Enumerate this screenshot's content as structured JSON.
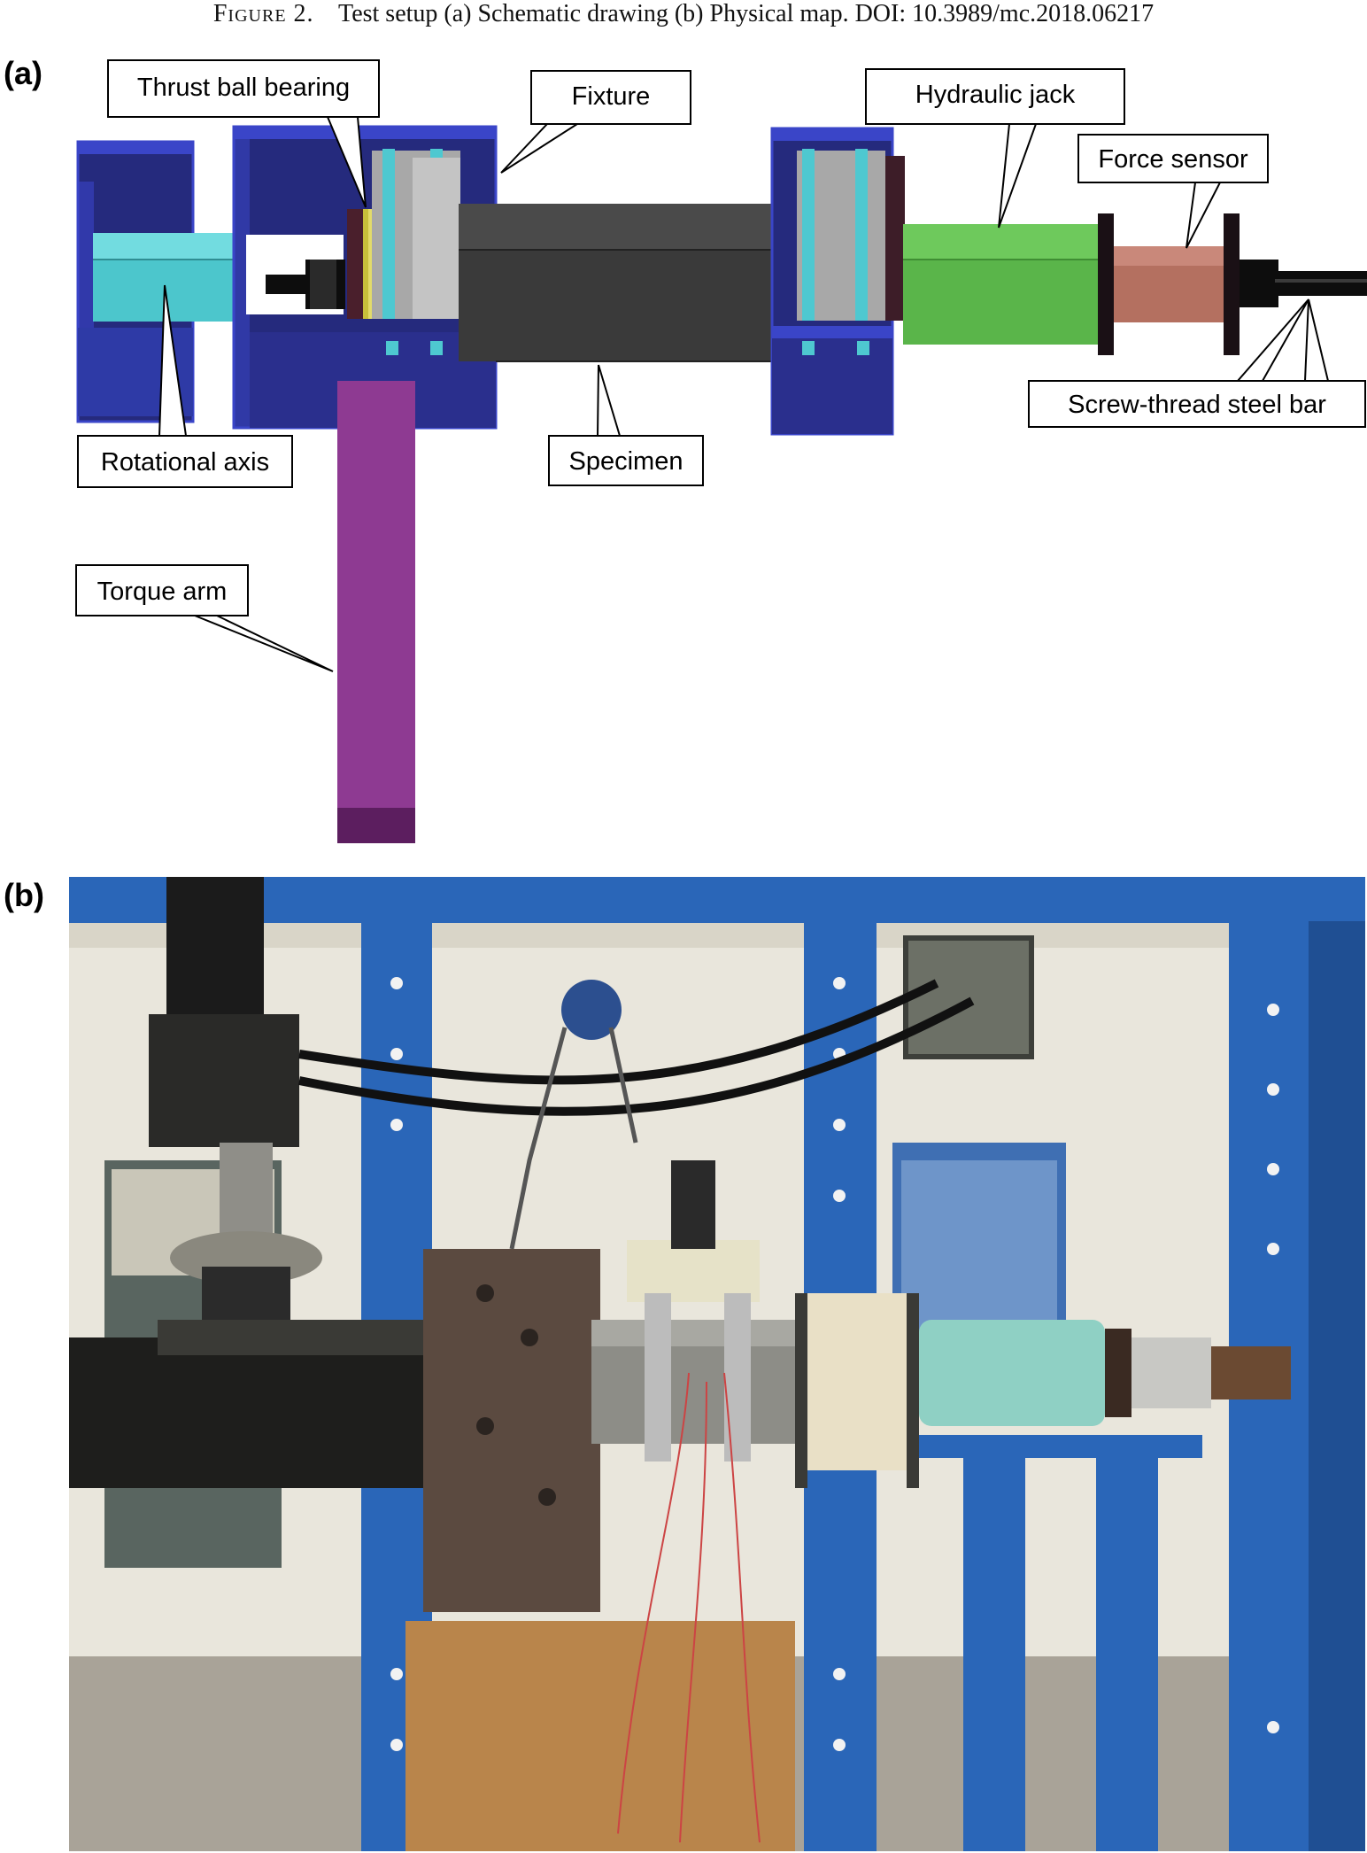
{
  "caption": {
    "figure": "Figure 2.",
    "text": "Test setup (a) Schematic drawing (b) Physical map. DOI: 10.3989/mc.2018.06217"
  },
  "panel_a": {
    "label": "(a)",
    "callouts": {
      "thrust_ball_bearing": "Thrust ball bearing",
      "fixture": "Fixture",
      "hydraulic_jack": "Hydraulic jack",
      "force_sensor": "Force sensor",
      "rotational_axis": "Rotational axis",
      "specimen": "Specimen",
      "screw_thread_steel_bar": "Screw-thread steel bar",
      "torque_arm": "Torque arm"
    },
    "colors": {
      "frame_blue": "#252a7d",
      "frame_edge": "#3a45c8",
      "rotational_axis": "#4cc6cc",
      "specimen": "#3a3a3a",
      "hydraulic_jack": "#5ab54a",
      "force_sensor": "#b47060",
      "torque_arm": "#8e3a92",
      "bearing": "#c8c03a",
      "rod": "#0d0d0d",
      "bolt": "#4ec8d0",
      "plate_grey": "#a8a8a8"
    }
  },
  "panel_b": {
    "label": "(b)",
    "colors": {
      "frame_blue": "#2a66b8",
      "wall": "#e9e6dc",
      "specimen_steel": "#8d8d87",
      "jack_teal": "#8fd0c4",
      "fixture_rust": "#5b4a40",
      "wood_base": "#b9854b",
      "floor": "#a9a398"
    }
  }
}
